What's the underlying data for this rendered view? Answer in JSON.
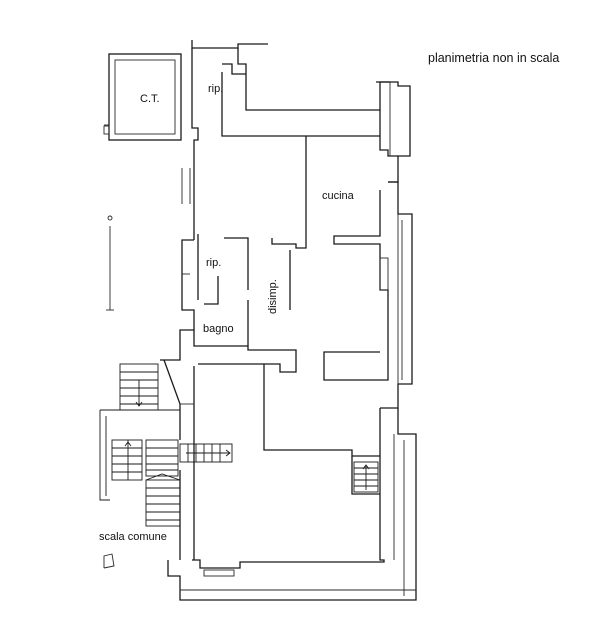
{
  "note": "planimetria non in scala",
  "rooms": {
    "ct": "C.T.",
    "rip_top": "rip.",
    "rip_mid": "rip.",
    "cucina": "cucina",
    "disimp": "disimp.",
    "bagno": "bagno",
    "scala": "scala comune"
  }
}
